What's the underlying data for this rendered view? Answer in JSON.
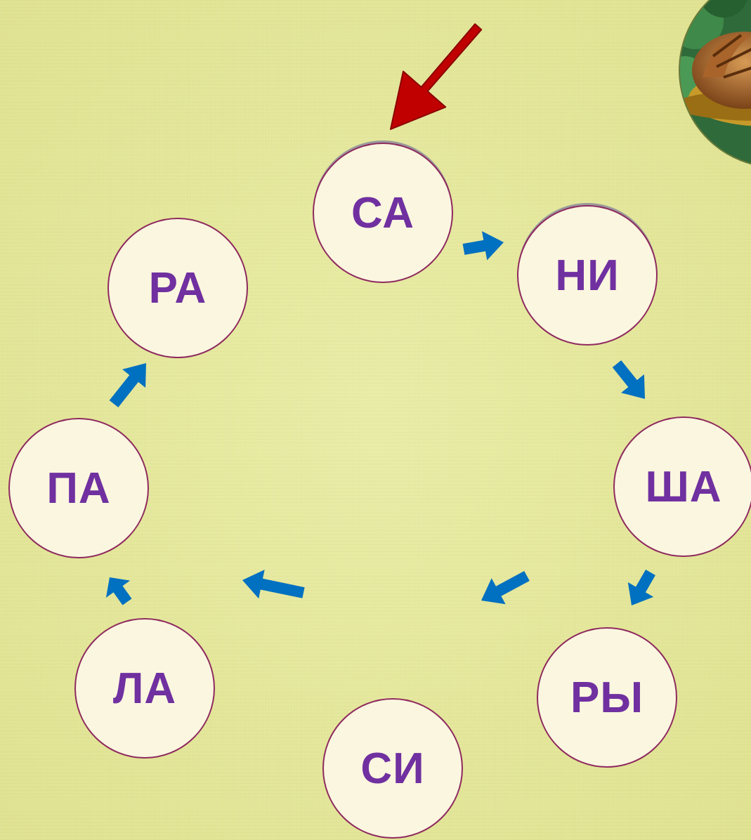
{
  "syllables": [
    {
      "id": "sa",
      "text": "СА"
    },
    {
      "id": "ni",
      "text": "НИ"
    },
    {
      "id": "sha",
      "text": "ША"
    },
    {
      "id": "ry",
      "text": "РЫ"
    },
    {
      "id": "si",
      "text": "СИ"
    },
    {
      "id": "la",
      "text": "ЛА"
    },
    {
      "id": "pa",
      "text": "ПА"
    },
    {
      "id": "ra",
      "text": "РА"
    }
  ],
  "colors": {
    "background": "#e4e79a",
    "circle_fill": "#fbf6e0",
    "circle_border": "#8e2a5e",
    "syllable_text": "#7030a0",
    "flow_arrow": "#0070c0",
    "start_arrow": "#c00000"
  },
  "icons": {
    "start_pointer": "red-arrow-icon",
    "flow": "blue-arrow-icon",
    "decoration": "hedgehog-picture"
  }
}
